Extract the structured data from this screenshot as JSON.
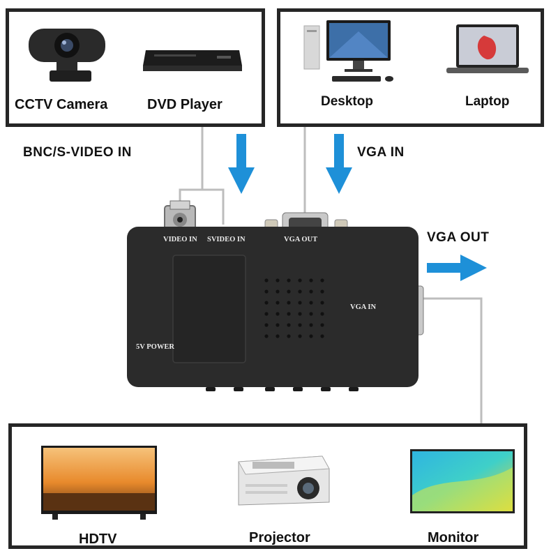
{
  "sources_left": {
    "items": [
      {
        "label": "CCTV Camera",
        "icon": "webcam-icon"
      },
      {
        "label": "DVD Player",
        "icon": "dvd-player-icon"
      }
    ]
  },
  "sources_right": {
    "items": [
      {
        "label": "Desktop",
        "icon": "desktop-computer-icon"
      },
      {
        "label": "Laptop",
        "icon": "laptop-icon"
      }
    ]
  },
  "inputs": {
    "bnc_svideo_in": "BNC/S-VIDEO IN",
    "vga_in": "VGA IN",
    "vga_out": "VGA OUT"
  },
  "device": {
    "video_in": "VIDEO IN",
    "svideo_in": "SVIDEO IN",
    "vga_out": "VGA OUT",
    "vga_in": "VGA IN",
    "power": "5V POWER"
  },
  "outputs": {
    "items": [
      {
        "label": "HDTV",
        "icon": "hdtv-icon"
      },
      {
        "label": "Projector",
        "icon": "projector-icon"
      },
      {
        "label": "Monitor",
        "icon": "monitor-icon"
      }
    ]
  },
  "colors": {
    "arrow": "#1e90d8",
    "frame": "#262626",
    "device_body": "#2b2b2b",
    "wire": "#bdbdbd"
  }
}
